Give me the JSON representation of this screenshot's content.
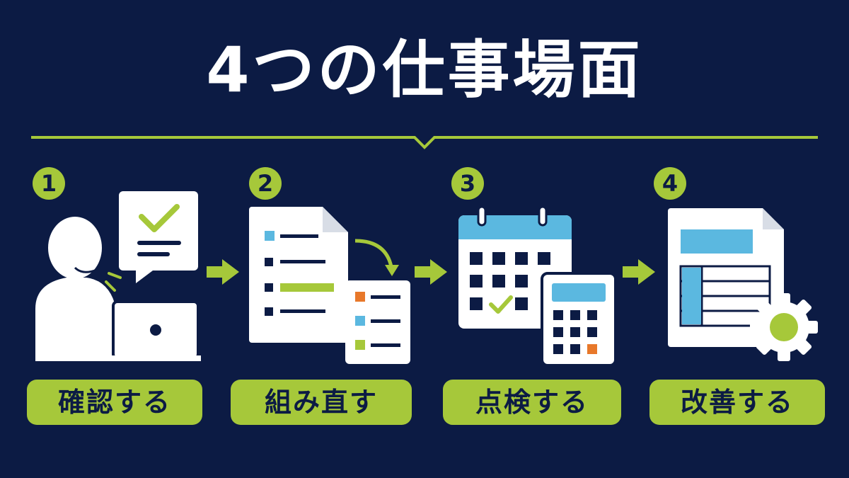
{
  "title": "4つの仕事場面",
  "steps": [
    {
      "number": "1",
      "label": "確認する",
      "icon": "person-laptop-checkmark-icon"
    },
    {
      "number": "2",
      "label": "組み直す",
      "icon": "document-reorder-list-icon"
    },
    {
      "number": "3",
      "label": "点検する",
      "icon": "calendar-calculator-icon"
    },
    {
      "number": "4",
      "label": "改善する",
      "icon": "spreadsheet-gear-icon"
    }
  ],
  "colors": {
    "background": "#0c1b44",
    "accent": "#a6c83a",
    "white": "#ffffff",
    "blue": "#5bb8e0",
    "orange": "#e8782a"
  }
}
